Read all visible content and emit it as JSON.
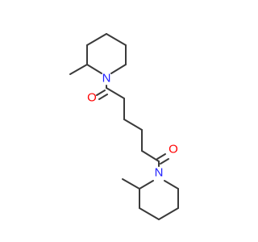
{
  "atom_labels": {
    "n_top": "N",
    "o_top": "O",
    "o_bottom": "O",
    "n_bottom": "N"
  },
  "colors": {
    "bond": "#3a3a3a",
    "nitrogen": "#2020ff",
    "oxygen": "#ff0000",
    "background": "#ffffff"
  }
}
